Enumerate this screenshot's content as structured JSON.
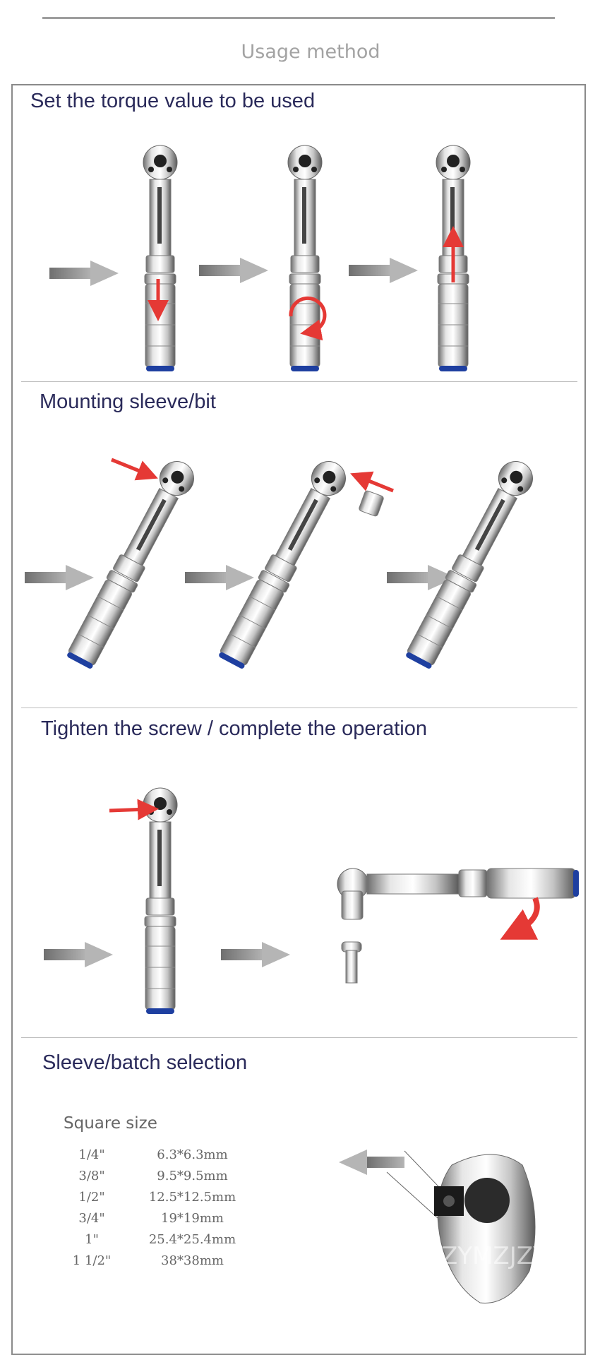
{
  "page_heading": "Usage method",
  "sections": [
    {
      "title": "Set the torque value to be used"
    },
    {
      "title": "Mounting sleeve/bit"
    },
    {
      "title": "Tighten the screw / complete the operation"
    },
    {
      "title": "Sleeve/batch selection"
    }
  ],
  "square_size": {
    "label": "Square size",
    "rows": [
      {
        "size": "1/4\"",
        "dimension": "6.3*6.3mm"
      },
      {
        "size": "3/8\"",
        "dimension": "9.5*9.5mm"
      },
      {
        "size": "1/2\"",
        "dimension": "12.5*12.5mm"
      },
      {
        "size": "3/4\"",
        "dimension": "19*19mm"
      },
      {
        "size": "1\"",
        "dimension": "25.4*25.4mm"
      },
      {
        "size": "1 1/2\"",
        "dimension": "38*38mm"
      }
    ]
  },
  "watermark": "ZYMZJZYM",
  "colors": {
    "heading": "#a3a3a3",
    "title": "#2a2a5a",
    "arrow": "#8a8a8a",
    "accent_red": "#e53935",
    "band_blue": "#1e3fa0"
  }
}
